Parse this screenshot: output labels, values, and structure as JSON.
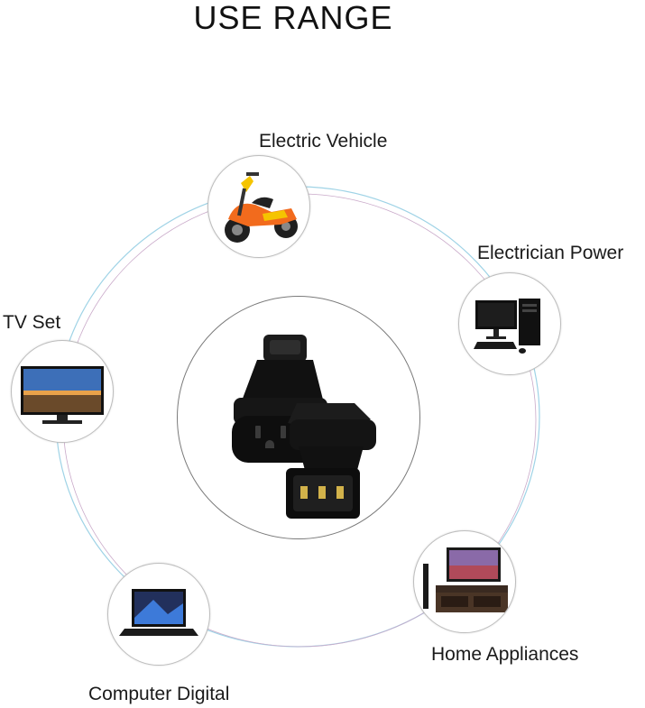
{
  "title": "USE RANGE",
  "labels": {
    "electric_vehicle": "Electric Vehicle",
    "electrician_power": "Electrician Power",
    "tv_set": "TV Set",
    "home_appliances": "Home Appliances",
    "computer_digital": "Computer Digital"
  },
  "colors": {
    "ring_primary": "#9fd3e6",
    "ring_secondary": "#c9a9c9",
    "bubble_border": "#bdbdbd"
  }
}
